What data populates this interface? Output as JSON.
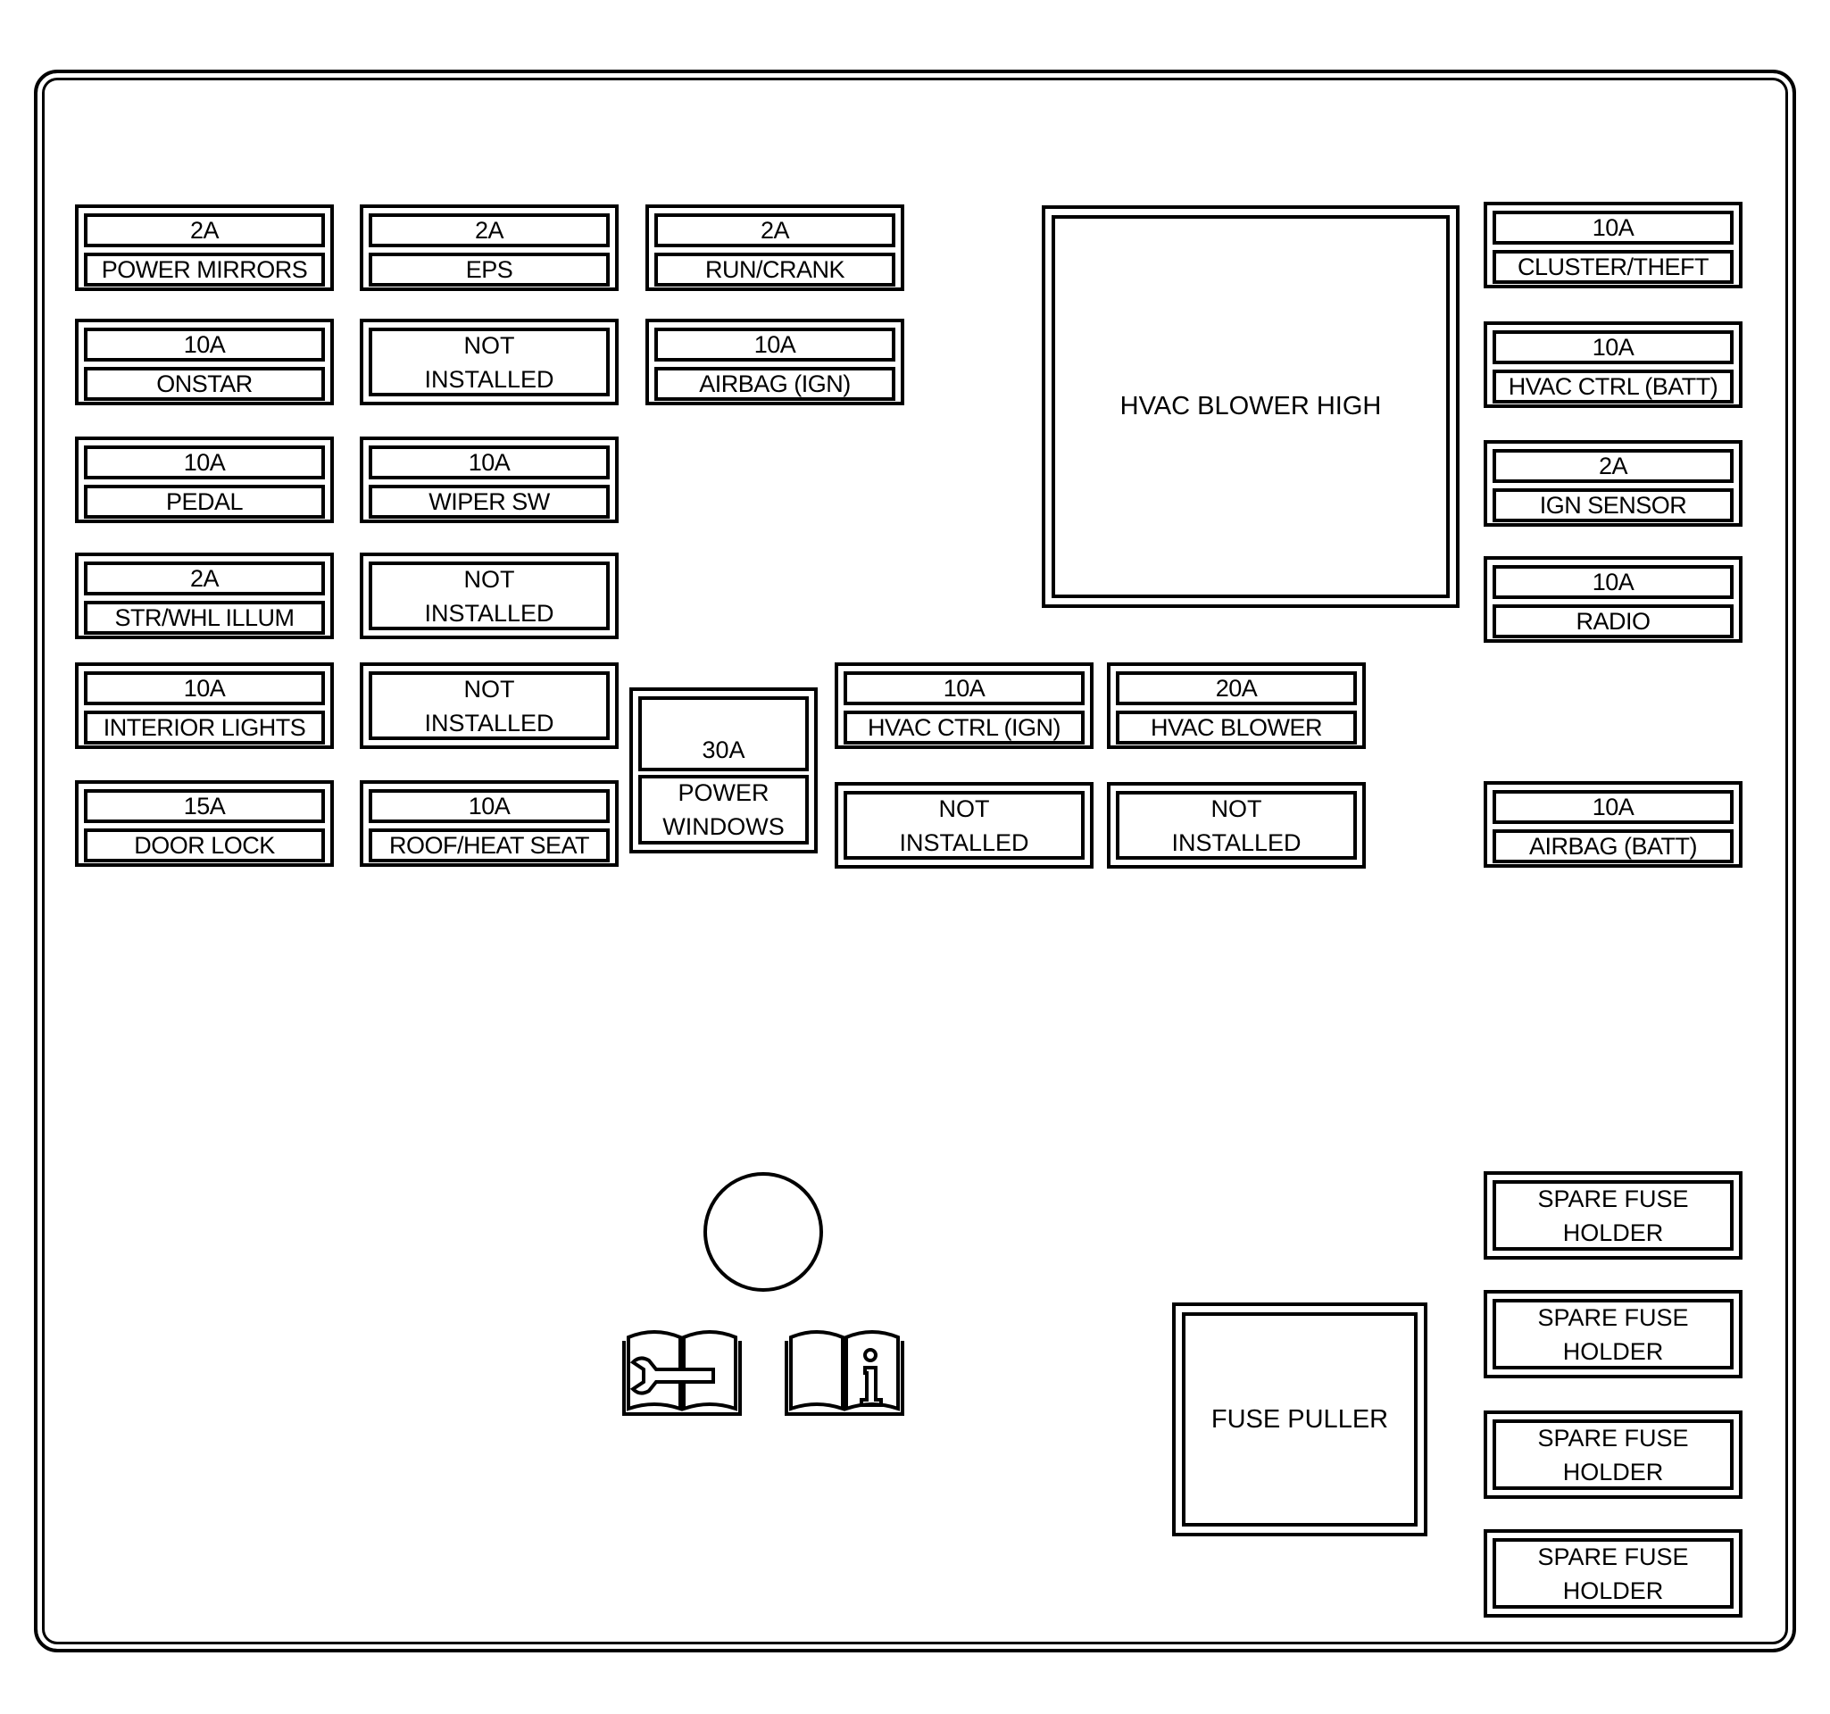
{
  "fuses": [
    {
      "id": "power-mirrors",
      "amp": "2A",
      "name": "POWER MIRRORS"
    },
    {
      "id": "eps",
      "amp": "2A",
      "name": "EPS"
    },
    {
      "id": "run-crank",
      "amp": "2A",
      "name": "RUN/CRANK"
    },
    {
      "id": "cluster-theft",
      "amp": "10A",
      "name": "CLUSTER/THEFT"
    },
    {
      "id": "onstar",
      "amp": "10A",
      "name": "ONSTAR"
    },
    {
      "id": "airbag-ign",
      "amp": "10A",
      "name": "AIRBAG (IGN)"
    },
    {
      "id": "hvac-ctrl-batt",
      "amp": "10A",
      "name": "HVAC CTRL (BATT)"
    },
    {
      "id": "pedal",
      "amp": "10A",
      "name": "PEDAL"
    },
    {
      "id": "wiper-sw",
      "amp": "10A",
      "name": "WIPER SW"
    },
    {
      "id": "ign-sensor",
      "amp": "2A",
      "name": "IGN SENSOR"
    },
    {
      "id": "str-whl-illum",
      "amp": "2A",
      "name": "STR/WHL ILLUM"
    },
    {
      "id": "radio",
      "amp": "10A",
      "name": "RADIO"
    },
    {
      "id": "interior-lights",
      "amp": "10A",
      "name": "INTERIOR LIGHTS"
    },
    {
      "id": "hvac-ctrl-ign",
      "amp": "10A",
      "name": "HVAC CTRL (IGN)"
    },
    {
      "id": "hvac-blower",
      "amp": "20A",
      "name": "HVAC BLOWER"
    },
    {
      "id": "door-lock",
      "amp": "15A",
      "name": "DOOR LOCK"
    },
    {
      "id": "roof-heat-seat",
      "amp": "10A",
      "name": "ROOF/HEAT SEAT"
    },
    {
      "id": "airbag-batt",
      "amp": "10A",
      "name": "AIRBAG (BATT)"
    }
  ],
  "not_installed": {
    "line1": "NOT",
    "line2": "INSTALLED"
  },
  "power_windows": {
    "amp": "30A",
    "line1": "POWER",
    "line2": "WINDOWS"
  },
  "hvac_blower_high": "HVAC BLOWER HIGH",
  "fuse_puller": "FUSE PULLER",
  "spare": {
    "line1": "SPARE FUSE",
    "line2": "HOLDER"
  }
}
